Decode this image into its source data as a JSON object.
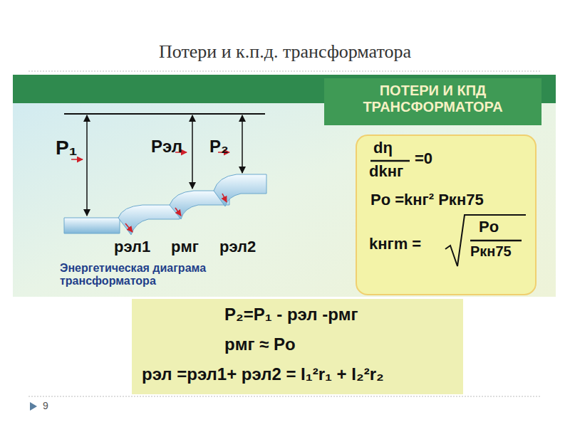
{
  "diagram": {
    "title": "Потери и к.п.д. трансформатора",
    "nodes": [
      {
        "text": [
          "ПОТЕРИ И КПД ТРАНСФОРМАТОРА"
        ]
      },
      {
        "text": [
          "dη",
          "dkнг",
          "=0",
          "Pо =kнг² Pкн75",
          "kнгm =",
          "Pо",
          "Pкн75"
        ]
      },
      {
        "text": [
          "P₂=P₁ - pэл -pмг",
          "pмг ≈ Pо",
          "pэл =pэл1+ pэл2 = I₁²r₁ + I₂²r₂"
        ]
      }
    ],
    "labels": [
      "P₁",
      "Pэл",
      "P₂",
      "pэл1",
      "pмг",
      "pэл2",
      "Энергетическая диаграма трансформатора",
      "9"
    ]
  }
}
